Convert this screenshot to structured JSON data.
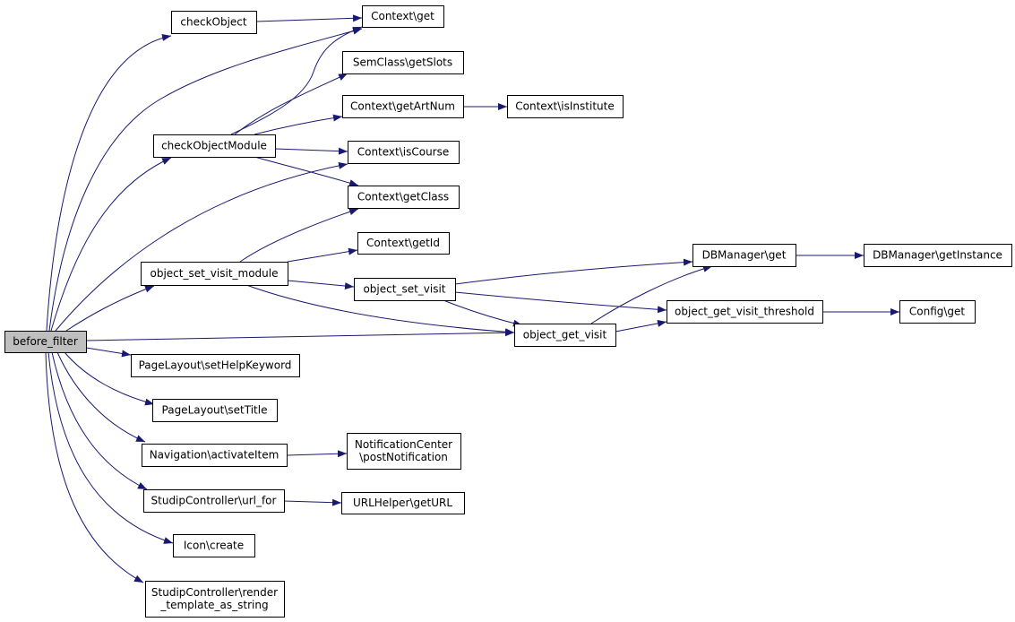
{
  "graph": {
    "colors": {
      "edge": "#191970",
      "node_border": "#000000",
      "root_fill": "#bfbfbf",
      "node_fill": "#ffffff"
    },
    "nodes": {
      "before_filter": [
        "before_filter"
      ],
      "checkObject": [
        "checkObject"
      ],
      "context_get": [
        "Context\\get"
      ],
      "semclass_getslots": [
        "SemClass\\getSlots"
      ],
      "context_getartnum": [
        "Context\\getArtNum"
      ],
      "context_isinstitute": [
        "Context\\isInstitute"
      ],
      "checkObjectModule": [
        "checkObjectModule"
      ],
      "context_iscourse": [
        "Context\\isCourse"
      ],
      "context_getclass": [
        "Context\\getClass"
      ],
      "context_getid": [
        "Context\\getId"
      ],
      "object_set_visit_module": [
        "object_set_visit_module"
      ],
      "object_set_visit": [
        "object_set_visit"
      ],
      "dbmanager_get": [
        "DBManager\\get"
      ],
      "dbmanager_getinstance": [
        "DBManager\\getInstance"
      ],
      "object_get_visit_threshold": [
        "object_get_visit_threshold"
      ],
      "config_get": [
        "Config\\get"
      ],
      "object_get_visit": [
        "object_get_visit"
      ],
      "pagelayout_sethelpkeyword": [
        "PageLayout\\setHelpKeyword"
      ],
      "pagelayout_settitle": [
        "PageLayout\\setTitle"
      ],
      "navigation_activateitem": [
        "Navigation\\activateItem"
      ],
      "notificationcenter_postnotification": [
        "NotificationCenter",
        "\\postNotification"
      ],
      "studipcontroller_url_for": [
        "StudipController\\url_for"
      ],
      "urlhelper_geturl": [
        "URLHelper\\getURL"
      ],
      "icon_create": [
        "Icon\\create"
      ],
      "studipcontroller_render": [
        "StudipController\\render",
        "_template_as_string"
      ]
    }
  }
}
